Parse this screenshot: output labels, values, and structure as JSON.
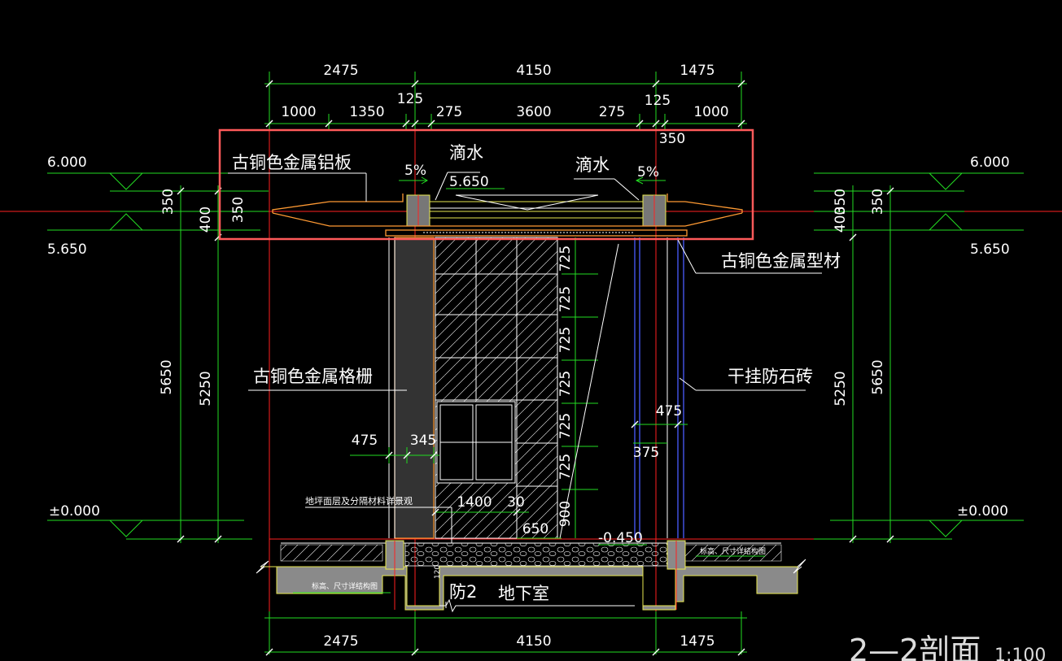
{
  "top_dims_row1": [
    "2475",
    "4150",
    "1475"
  ],
  "top_dims_row2": [
    "1000",
    "1350",
    "125",
    "275",
    "3600",
    "275",
    "125",
    "1000",
    "350"
  ],
  "bottom_dims": [
    "2475",
    "4150",
    "1475"
  ],
  "elevations": {
    "left_top": "6.000",
    "left_mid": "5.650",
    "left_ground": "±0.000",
    "right_top": "6.000",
    "right_mid": "5.650",
    "right_ground": "±0.000",
    "roof": "5.650",
    "interior": "-0.450"
  },
  "side_dims_left": [
    "5650",
    "5250",
    "350",
    "400",
    "350"
  ],
  "side_dims_right": [
    "5250",
    "5650",
    "400",
    "350",
    "350"
  ],
  "slopes": [
    "5%",
    "5%"
  ],
  "glass_dims": [
    "725",
    "725",
    "725",
    "725",
    "725",
    "725",
    "900"
  ],
  "inner_dims": [
    "475",
    "345",
    "1400",
    "30",
    "650",
    "475",
    "375"
  ],
  "labels": {
    "roof_panel": "古铜色金属铝板",
    "drip_left": "滴水",
    "drip_right": "滴水",
    "metal_profile": "古铜色金属型材",
    "metal_grille": "古铜色金属格栅",
    "stone_tile": "干挂防石砖",
    "floor_note": "地坪面层及分隔材料详景观",
    "waterproof": "防2",
    "basement": "地下室",
    "struct_note_left": "标高、尺寸详结构图",
    "struct_note_right": "标高、尺寸详结构图",
    "mark_120": "120"
  },
  "section_title": "2—2剖面",
  "section_scale": "1:100",
  "colors": {
    "background": "#000000",
    "dimension": "#22dd22",
    "text": "#ffffff",
    "axis": "#ff2020",
    "outline": "#ff9a33",
    "highlight_box": "#ff5a5a"
  }
}
